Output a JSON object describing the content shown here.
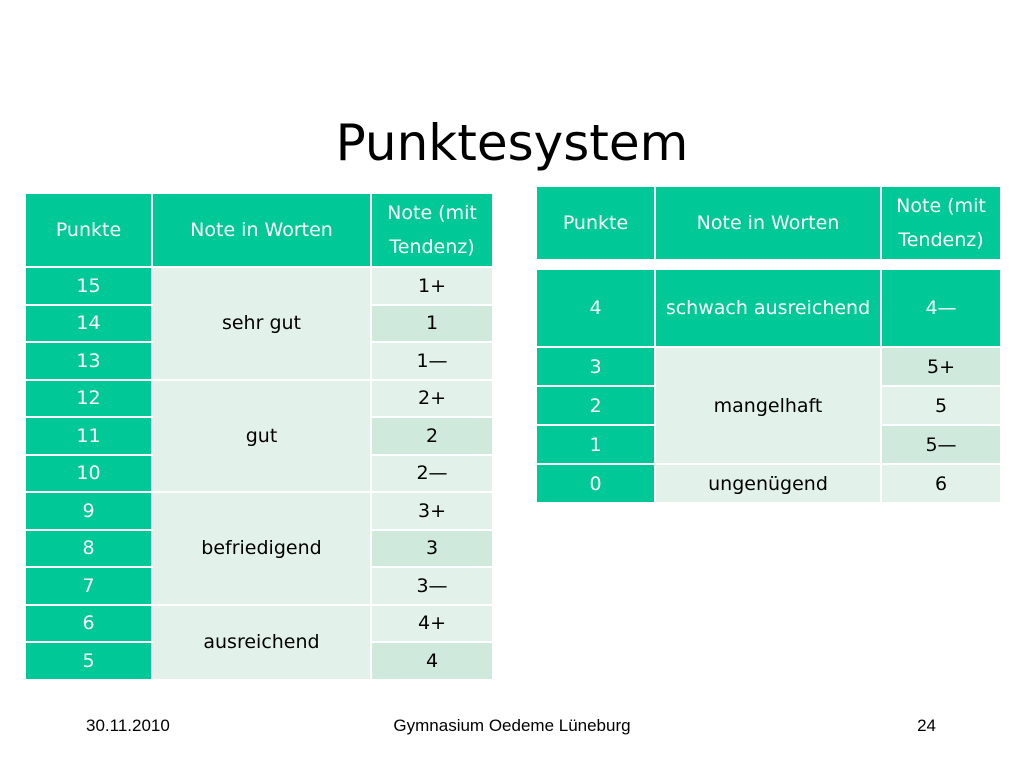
{
  "title": "Punktesystem",
  "headers": {
    "punkte": "Punkte",
    "note_worte": "Note in Worten",
    "note_tendenz": "Note (mit Tendenz)"
  },
  "left_table": {
    "rows": [
      {
        "punkte": "15",
        "tendenz": "1+"
      },
      {
        "punkte": "14",
        "tendenz": "1"
      },
      {
        "punkte": "13",
        "tendenz": "1—"
      },
      {
        "punkte": "12",
        "tendenz": "2+"
      },
      {
        "punkte": "11",
        "tendenz": "2"
      },
      {
        "punkte": "10",
        "tendenz": "2—"
      },
      {
        "punkte": "9",
        "tendenz": "3+"
      },
      {
        "punkte": "8",
        "tendenz": "3"
      },
      {
        "punkte": "7",
        "tendenz": "3—"
      },
      {
        "punkte": "6",
        "tendenz": "4+"
      },
      {
        "punkte": "5",
        "tendenz": "4"
      }
    ],
    "words": [
      "sehr gut",
      "gut",
      "befriedigend",
      "ausreichend"
    ]
  },
  "right_table": {
    "highlight": {
      "punkte": "4",
      "worte": "schwach ausreichend",
      "tendenz": "4—"
    },
    "rows": [
      {
        "punkte": "3",
        "tendenz": "5+"
      },
      {
        "punkte": "2",
        "tendenz": "5"
      },
      {
        "punkte": "1",
        "tendenz": "5—"
      },
      {
        "punkte": "0",
        "tendenz": "6"
      }
    ],
    "words": [
      "mangelhaft",
      "ungenügend"
    ]
  },
  "footer": {
    "date": "30.11.2010",
    "school": "Gymnasium Oedeme Lüneburg",
    "page": "24"
  }
}
